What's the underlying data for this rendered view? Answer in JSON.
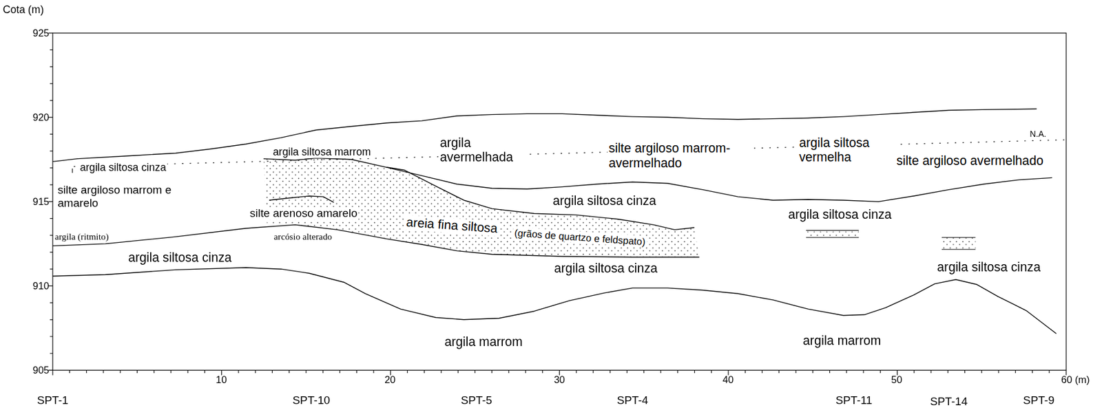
{
  "diagram": {
    "labels": [
      "Cota (m)",
      "925",
      "920",
      "915",
      "910",
      "905",
      "10",
      "20",
      "30",
      "40",
      "50",
      "60 (m)",
      "SPT-1",
      "SPT-10",
      "SPT-5",
      "SPT-4",
      "SPT-11",
      "SPT-14",
      "SPT-9",
      "N.A.",
      "argila siltosa cinza",
      "silte argiloso marrom e amarelo",
      "argila siltosa marrom",
      "silte arenoso amarelo",
      "argila (ritmito)",
      "arcósio alterado",
      "argila siltosa cinza",
      "argila avermelhada",
      "areia fina siltosa",
      "(grãos de quartzo e feldspato)",
      "silte argiloso marrom-avermelhado",
      "argila siltosa cinza",
      "argila siltosa cinza",
      "argila siltosa vermelha",
      "silte argiloso avermelhado",
      "argila siltosa cinza",
      "argila siltosa cinza",
      "argila marrom",
      "argila marrom"
    ]
  }
}
